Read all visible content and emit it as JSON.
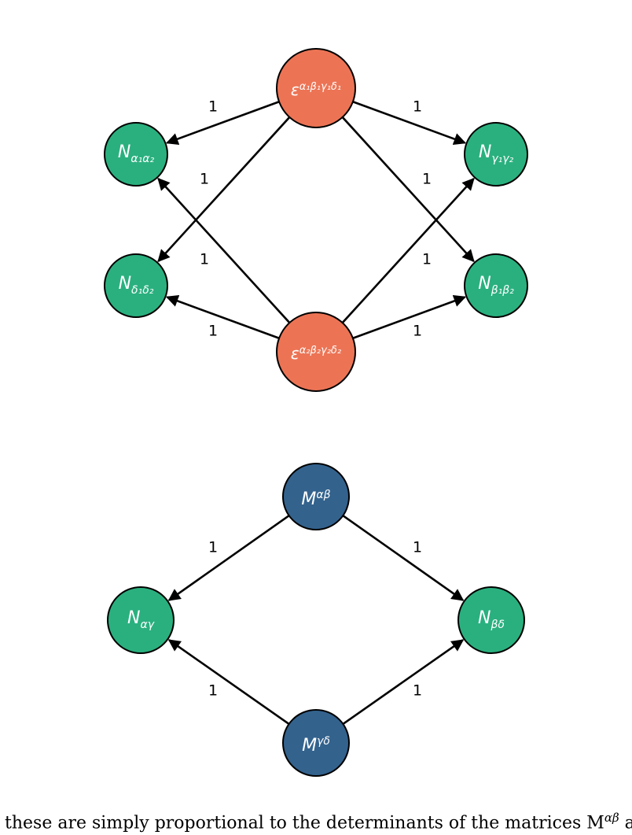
{
  "colors": {
    "epsilon_node": "#ec7455",
    "n_node": "#2ab07f",
    "m_node": "#33628d",
    "stroke": "#000000"
  },
  "top_diagram": {
    "source_nodes": [
      {
        "id": "eps1",
        "base": "ε",
        "sup": "α₁β₁γ₁δ₁"
      },
      {
        "id": "eps2",
        "base": "ε",
        "sup": "α₂β₂γ₂δ₂"
      }
    ],
    "target_nodes": [
      {
        "id": "Na",
        "base": "N",
        "sub": "α₁α₂"
      },
      {
        "id": "Nd",
        "base": "N",
        "sub": "δ₁δ₂"
      },
      {
        "id": "Ng",
        "base": "N",
        "sub": "γ₁γ₂"
      },
      {
        "id": "Nb",
        "base": "N",
        "sub": "β₁β₂"
      }
    ],
    "edges": [
      {
        "from": "eps1",
        "to": "Na",
        "label": "1"
      },
      {
        "from": "eps1",
        "to": "Ng",
        "label": "1"
      },
      {
        "from": "eps1",
        "to": "Nd",
        "label": "1"
      },
      {
        "from": "eps1",
        "to": "Nb",
        "label": "1"
      },
      {
        "from": "eps2",
        "to": "Na",
        "label": "1"
      },
      {
        "from": "eps2",
        "to": "Ng",
        "label": "1"
      },
      {
        "from": "eps2",
        "to": "Nd",
        "label": "1"
      },
      {
        "from": "eps2",
        "to": "Nb",
        "label": "1"
      }
    ]
  },
  "bottom_diagram": {
    "source_nodes": [
      {
        "id": "Mab",
        "base": "M",
        "sup": "αβ"
      },
      {
        "id": "Mgd",
        "base": "M",
        "sup": "γδ"
      }
    ],
    "target_nodes": [
      {
        "id": "Nag",
        "base": "N",
        "sub": "αγ"
      },
      {
        "id": "Nbd",
        "base": "N",
        "sub": "βδ"
      }
    ],
    "edges": [
      {
        "from": "Mab",
        "to": "Nag",
        "label": "1"
      },
      {
        "from": "Mab",
        "to": "Nbd",
        "label": "1"
      },
      {
        "from": "Mgd",
        "to": "Nag",
        "label": "1"
      },
      {
        "from": "Mgd",
        "to": "Nbd",
        "label": "1"
      }
    ]
  },
  "caption": {
    "text": "these are simply proportional to the determinants of the matrices M",
    "sup": "αβ",
    "tail": " and"
  }
}
